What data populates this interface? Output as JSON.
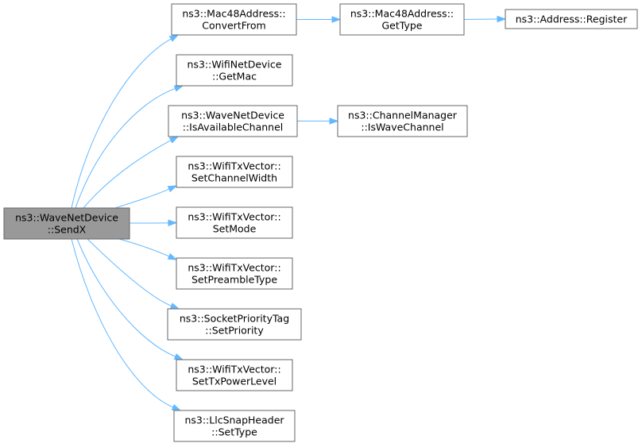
{
  "graph": {
    "root": "sendx",
    "nodes": [
      {
        "id": "sendx",
        "lines": [
          "ns3::WaveNetDevice",
          "::SendX"
        ],
        "highlighted": true
      },
      {
        "id": "convertfrom",
        "lines": [
          "ns3::Mac48Address::",
          "ConvertFrom"
        ]
      },
      {
        "id": "gettype",
        "lines": [
          "ns3::Mac48Address::",
          "GetType"
        ]
      },
      {
        "id": "register",
        "lines": [
          "ns3::Address::Register"
        ]
      },
      {
        "id": "getmac",
        "lines": [
          "ns3::WifiNetDevice",
          "::GetMac"
        ]
      },
      {
        "id": "isavailablechannel",
        "lines": [
          "ns3::WaveNetDevice",
          "::IsAvailableChannel"
        ]
      },
      {
        "id": "iswavechannel",
        "lines": [
          "ns3::ChannelManager",
          "::IsWaveChannel"
        ]
      },
      {
        "id": "setchannelwidth",
        "lines": [
          "ns3::WifiTxVector::",
          "SetChannelWidth"
        ]
      },
      {
        "id": "setmode",
        "lines": [
          "ns3::WifiTxVector::",
          "SetMode"
        ]
      },
      {
        "id": "setpreambletype",
        "lines": [
          "ns3::WifiTxVector::",
          "SetPreambleType"
        ]
      },
      {
        "id": "setpriority",
        "lines": [
          "ns3::SocketPriorityTag",
          "::SetPriority"
        ]
      },
      {
        "id": "settxpowerlevel",
        "lines": [
          "ns3::WifiTxVector::",
          "SetTxPowerLevel"
        ]
      },
      {
        "id": "settype",
        "lines": [
          "ns3::LlcSnapHeader",
          "::SetType"
        ]
      }
    ],
    "edges": [
      {
        "from": "sendx",
        "to": "convertfrom"
      },
      {
        "from": "sendx",
        "to": "getmac"
      },
      {
        "from": "sendx",
        "to": "isavailablechannel"
      },
      {
        "from": "sendx",
        "to": "setchannelwidth"
      },
      {
        "from": "sendx",
        "to": "setmode"
      },
      {
        "from": "sendx",
        "to": "setpreambletype"
      },
      {
        "from": "sendx",
        "to": "setpriority"
      },
      {
        "from": "sendx",
        "to": "settxpowerlevel"
      },
      {
        "from": "sendx",
        "to": "settype"
      },
      {
        "from": "convertfrom",
        "to": "gettype"
      },
      {
        "from": "gettype",
        "to": "register"
      },
      {
        "from": "isavailablechannel",
        "to": "iswavechannel"
      }
    ],
    "colors": {
      "edge": "#63b8ff",
      "node_border": "#666666",
      "root_fill": "#999999",
      "node_fill": "#ffffff"
    }
  }
}
